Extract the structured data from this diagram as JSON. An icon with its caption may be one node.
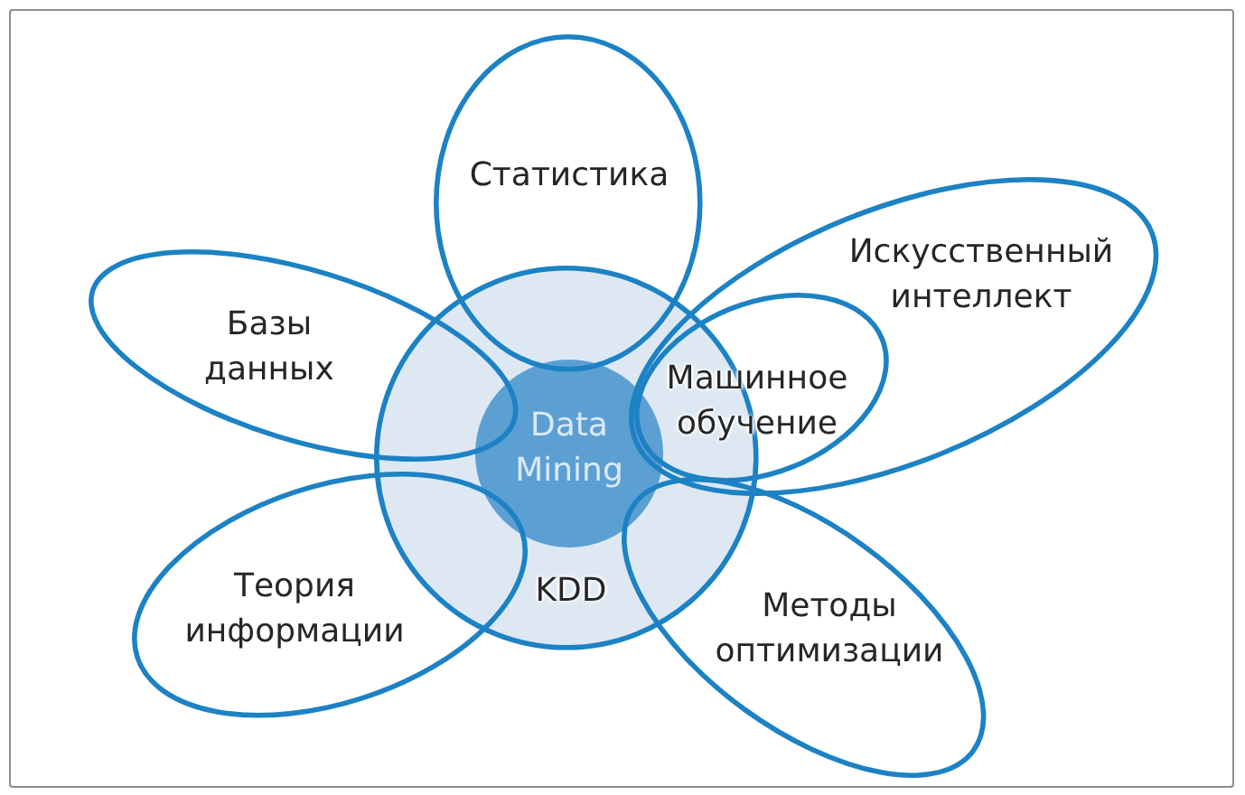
{
  "diagram": {
    "nodes": [
      {
        "text": [
          "Статистика"
        ]
      },
      {
        "text": [
          "Искусственный интеллект"
        ]
      },
      {
        "text": [
          "Базы данных"
        ]
      },
      {
        "text": [
          "KDD"
        ]
      },
      {
        "text": [
          "Data Mining"
        ],
        "in": 3
      },
      {
        "text": [
          "Машинное обучение"
        ],
        "in": 1
      },
      {
        "text": [
          "Теория информации"
        ]
      },
      {
        "text": [
          "Методы оптимизации"
        ]
      }
    ]
  }
}
